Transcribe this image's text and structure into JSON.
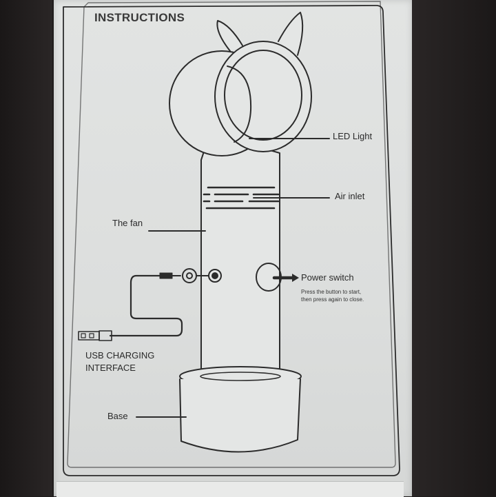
{
  "title": "INSTRUCTIONS",
  "labels": {
    "led_light": "LED Light",
    "air_inlet": "Air inlet",
    "the_fan": "The fan",
    "power_switch": "Power switch",
    "power_note_line1": "Press the button to start,",
    "power_note_line2": "then press again to close.",
    "usb_line1": "USB CHARGING",
    "usb_line2": "INTERFACE",
    "base": "Base"
  },
  "colors": {
    "card": "#e0e2e1",
    "line": "#2b2b2b",
    "background": "#1f1c1c"
  }
}
